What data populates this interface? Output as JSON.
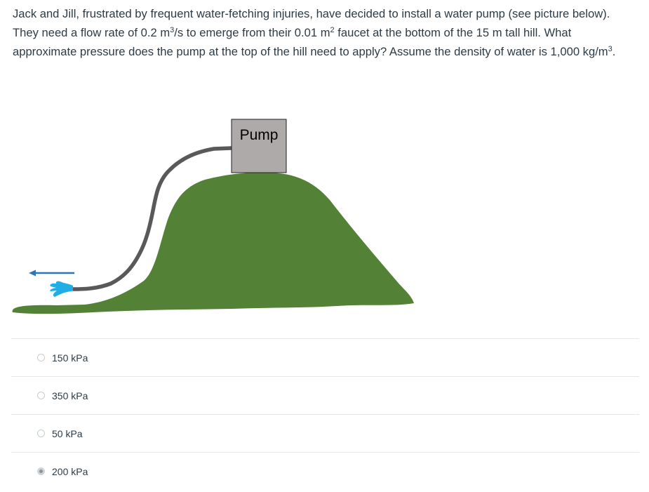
{
  "question": {
    "segments": [
      "Jack and Jill, frustrated by frequent water-fetching injuries, have decided to install a water pump (see picture below). They need a flow rate of 0.2 m",
      "3",
      "/s to emerge from their 0.01 m",
      "2",
      " faucet at the bottom of the 15 m tall hill. What approximate pressure does the pump at the top of the hill need to apply? Assume the density of water is 1,000 kg/m",
      "3",
      "."
    ]
  },
  "figure": {
    "pump_label": "Pump",
    "colors": {
      "hill": "#538135",
      "pipe": "#595959",
      "pump_box": "#aeaaaa",
      "water": "#20aee6",
      "arrow": "#2e75b6"
    }
  },
  "answers": [
    {
      "label": "150 kPa",
      "selected": false
    },
    {
      "label": "350 kPa",
      "selected": false
    },
    {
      "label": "50 kPa",
      "selected": false
    },
    {
      "label": "200 kPa",
      "selected": true
    }
  ]
}
